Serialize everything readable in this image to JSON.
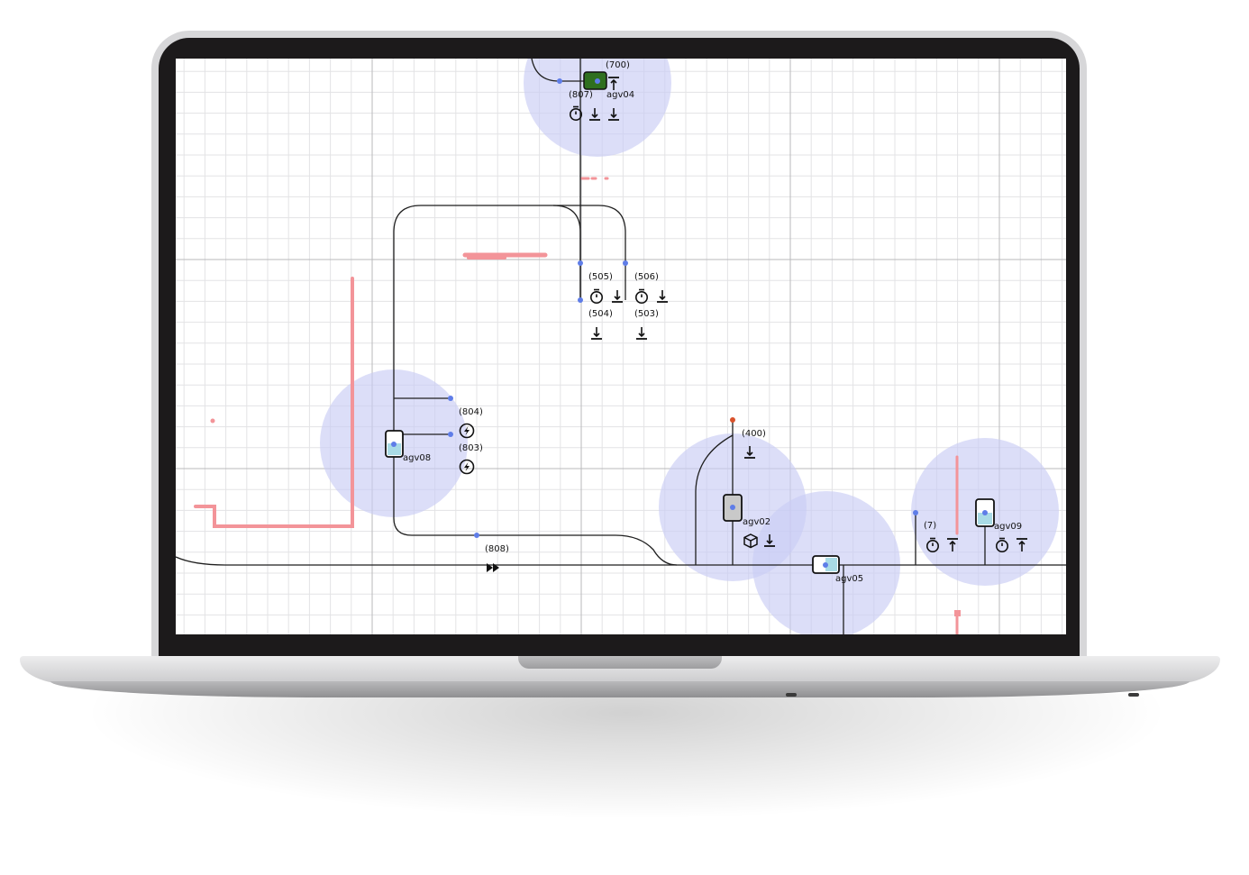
{
  "colors": {
    "zone": "#c9cdf5",
    "node": "#5f7de8",
    "obstacle": "#f39499",
    "route": "#1f1f1f",
    "grid_major": "#b9b9bb",
    "grid_minor": "#e3e3e5",
    "agv_loaded": "#2f6f1f",
    "agv_empty": "#a9dbe6",
    "agv_body": "#c9c9c9",
    "warning_node": "#d9522b"
  },
  "agvs": [
    {
      "id": "agv04",
      "label": "agv04",
      "state": "loaded"
    },
    {
      "id": "agv08",
      "label": "agv08",
      "state": "empty"
    },
    {
      "id": "agv02",
      "label": "agv02",
      "state": "idle"
    },
    {
      "id": "agv05",
      "label": "agv05",
      "state": "empty"
    },
    {
      "id": "agv09",
      "label": "agv09",
      "state": "empty"
    }
  ],
  "stations": [
    {
      "id": "700",
      "label": "(700)",
      "icons": [
        "unload-icon"
      ]
    },
    {
      "id": "807",
      "label": "(807)",
      "icons": [
        "timer-icon",
        "load-icon",
        "load-icon"
      ]
    },
    {
      "id": "505",
      "label": "(505)",
      "icons": [
        "timer-icon",
        "load-icon"
      ]
    },
    {
      "id": "506",
      "label": "(506)",
      "icons": [
        "timer-icon",
        "load-icon"
      ]
    },
    {
      "id": "504",
      "label": "(504)",
      "icons": [
        "load-icon"
      ]
    },
    {
      "id": "503",
      "label": "(503)",
      "icons": [
        "load-icon"
      ]
    },
    {
      "id": "804",
      "label": "(804)",
      "icons": [
        "charge-icon"
      ]
    },
    {
      "id": "803",
      "label": "(803)",
      "icons": [
        "charge-icon"
      ]
    },
    {
      "id": "400",
      "label": "(400)",
      "icons": [
        "load-icon"
      ]
    },
    {
      "id": "808",
      "label": "(808)",
      "icons": [
        "fast-forward-icon"
      ]
    },
    {
      "id": "7",
      "label": "(7)",
      "icons": [
        "timer-icon",
        "unload-icon"
      ]
    },
    {
      "id": "agv02-tasks",
      "label": "",
      "icons": [
        "package-icon",
        "load-icon"
      ]
    },
    {
      "id": "agv09-tasks",
      "label": "",
      "icons": [
        "timer-icon",
        "unload-icon"
      ]
    }
  ]
}
